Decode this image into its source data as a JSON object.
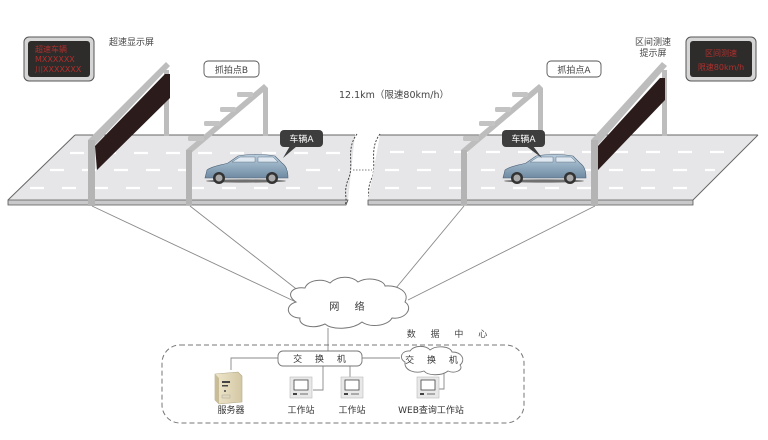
{
  "diagram": {
    "title_distance": "12.1km（限速80km/h）",
    "left_sign": {
      "caption": "超速显示屏",
      "lines": [
        "超速车辆",
        "MXXXXXX",
        "川XXXXXXX"
      ]
    },
    "right_sign": {
      "caption_line1": "区间测速",
      "caption_line2": "提示屏",
      "lines": [
        "区间测速",
        "限速80km/h"
      ]
    },
    "checkpoint_b": "抓拍点B",
    "checkpoint_a": "抓拍点A",
    "vehicle_left_callout": "车辆A",
    "vehicle_right_callout": "车辆A",
    "network_label": "网 络",
    "data_center": {
      "title": "数 据 中 心",
      "switch_main": "交 换 机",
      "switch_cloud": "交 换 机",
      "server": "服务器",
      "workstation1": "工作站",
      "workstation2": "工作站",
      "web_workstation": "WEB查询工作站"
    },
    "colors": {
      "road": "#e6e6e8",
      "road_edge": "#555555",
      "gantry": "#b9b9b9",
      "sign_panel": "#2b1b1b",
      "sign_text": "#b0302c",
      "callout": "#3d3d3d",
      "car": "#8fa9bf"
    }
  }
}
